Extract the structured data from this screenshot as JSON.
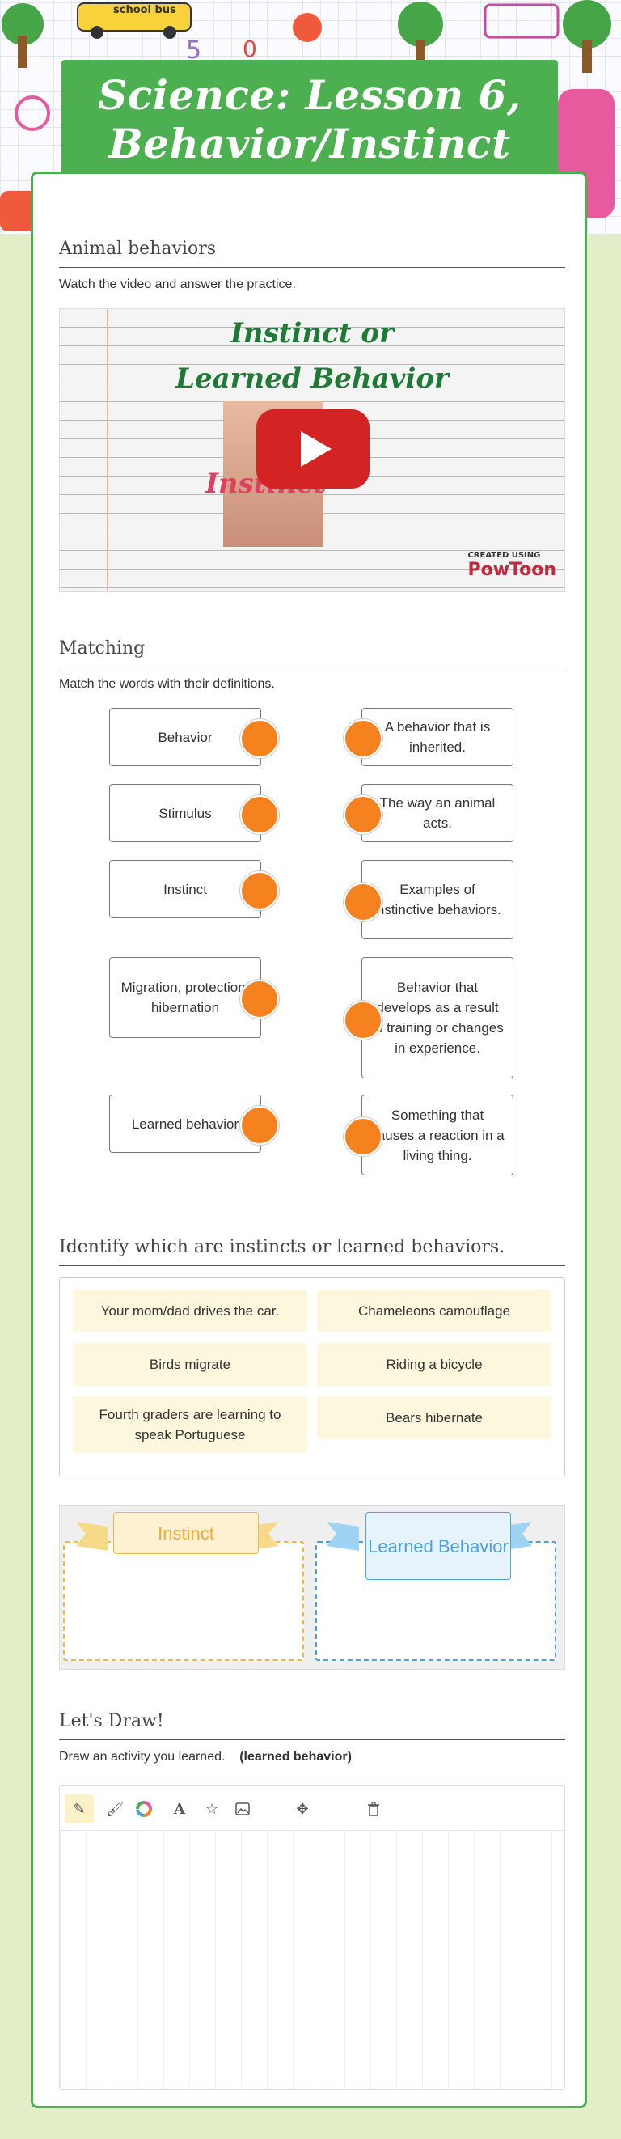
{
  "header": {
    "title_line1": "Science: Lesson 6,",
    "title_line2": "Behavior/Instinct",
    "doodle_text": "school bus"
  },
  "section_video": {
    "title": "Animal behaviors",
    "instructions": "Watch the video and answer the practice.",
    "video_text_line1": "Instinct or",
    "video_text_line2": "Learned Behavior",
    "video_overlay_word": "Instinct",
    "badge_small": "CREATED USING",
    "badge": "PowToon"
  },
  "section_matching": {
    "title": "Matching",
    "instructions": "Match the words with their definitions.",
    "left": [
      "Behavior",
      "Stimulus",
      "Instinct",
      "Migration, protection, hibernation",
      "Learned behavior"
    ],
    "right": [
      "A behavior that is inherited.",
      "The way an animal acts.",
      "Examples of instinctive behaviors.",
      "Behavior that develops as a result of training or changes in experience.",
      "Something that causes a reaction in a living thing."
    ],
    "dot_color": "#f5821f"
  },
  "section_sort": {
    "title": "Identify which are instincts or learned behaviors.",
    "items": [
      "Your mom/dad drives the car.",
      "Chameleons camouflage",
      "Birds migrate",
      "Riding a bicycle",
      "Fourth graders are learning to speak Portuguese",
      "Bears hibernate"
    ],
    "bins": [
      {
        "label": "Instinct",
        "color": "#f0b84a"
      },
      {
        "label": "Learned Behavior",
        "color": "#4aa3df"
      }
    ]
  },
  "section_draw": {
    "title": "Let's Draw!",
    "instructions": "Draw an activity you learned.",
    "instructions_bold": "(learned behavior)",
    "tools": [
      "pencil-icon",
      "brush-icon",
      "color-wheel-icon",
      "text-icon",
      "star-icon",
      "image-icon",
      "move-icon",
      "trash-icon"
    ]
  },
  "colors": {
    "accent_green": "#4caf50",
    "page_bg": "#e3edc8"
  }
}
